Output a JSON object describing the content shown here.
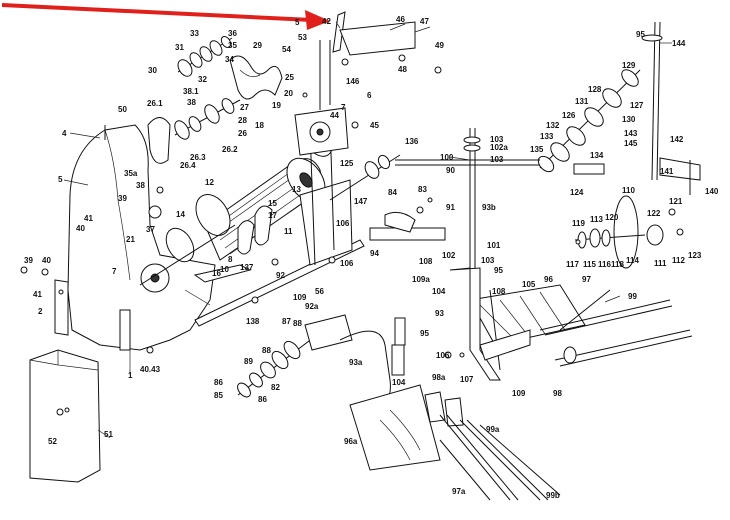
{
  "diagram": {
    "arrow_color": "#e0201b",
    "line_color": "#111111",
    "labels": {
      "l42": "42",
      "l46": "46",
      "l47": "47",
      "l49": "49",
      "l48": "48",
      "l146": "146",
      "l54": "54",
      "l53": "53",
      "l5a": "5",
      "l33": "33",
      "l36": "36",
      "l35": "35",
      "l31": "31",
      "l34": "34",
      "l29": "29",
      "l32": "32",
      "l30": "30",
      "l25": "25",
      "l38_1": "38.1",
      "l38a": "38",
      "l50": "50",
      "l26_1": "26.1",
      "l27": "27",
      "l28": "28",
      "l26": "26",
      "l26_3": "26.3",
      "l26_2": "26.2",
      "l26_4": "26.4",
      "l20": "20",
      "l19": "19",
      "l18": "18",
      "l7a": "7",
      "l6": "6",
      "l44": "44",
      "l45": "45",
      "l95a": "95",
      "l144": "144",
      "l129": "129",
      "l128": "128",
      "l131": "131",
      "l127": "127",
      "l126": "126",
      "l130": "130",
      "l132": "132",
      "l133": "133",
      "l143": "143",
      "l145": "145",
      "l142": "142",
      "l135": "135",
      "l134": "134",
      "l141": "141",
      "l140": "140",
      "l124": "124",
      "l103a": "103",
      "l102a": "102a",
      "l103b": "103",
      "l100": "100",
      "l136": "136",
      "l4": "4",
      "l5b": "5",
      "l35a": "35a",
      "l38b": "38",
      "l39a": "39",
      "l41a": "41",
      "l40a": "40",
      "l37": "37",
      "l21": "21",
      "l12": "12",
      "l13": "13",
      "l15": "15",
      "l14": "14",
      "l17": "17",
      "l11": "11",
      "l125": "125",
      "l147": "147",
      "l84": "84",
      "l83": "83",
      "l90": "90",
      "l91": "91",
      "l93b": "93b",
      "l101": "101",
      "l110": "110",
      "l119": "119",
      "l113": "113",
      "l120": "120",
      "l122": "122",
      "l121": "121",
      "l117": "117",
      "l115": "115",
      "l116": "116",
      "l118": "118",
      "l114": "114",
      "l111": "111",
      "l112": "112",
      "l123": "123",
      "l94": "94",
      "l108a": "108",
      "l102b": "102",
      "l103c": "103",
      "l95b": "95",
      "l109a": "109a",
      "l104a": "104",
      "l96": "96",
      "l105": "105",
      "l97": "97",
      "l99": "99",
      "l93": "93",
      "l108b": "108",
      "l107": "107",
      "l109b": "109",
      "l106a": "106",
      "l98": "98",
      "l39b": "39",
      "l40b": "40",
      "l41b": "41",
      "l7b": "7",
      "l16": "16",
      "l8": "8",
      "l10": "10",
      "l137": "137",
      "l2": "2",
      "l1": "1",
      "l40_43": "40.43",
      "l138": "138",
      "l92": "92",
      "l109c": "109",
      "l56": "56",
      "l106b": "106",
      "l92a": "92a",
      "l87": "87",
      "l88a": "88",
      "l89": "89",
      "l88b": "88",
      "l86a": "86",
      "l86b": "86",
      "l85": "85",
      "l82": "82",
      "l95c": "95",
      "l93a": "93a",
      "l104b": "104",
      "l98a": "98a",
      "l99a": "99a",
      "l96a": "96a",
      "l97a": "97a",
      "l99b": "99b",
      "l52": "52",
      "l51": "51",
      "l106c": "106"
    }
  }
}
